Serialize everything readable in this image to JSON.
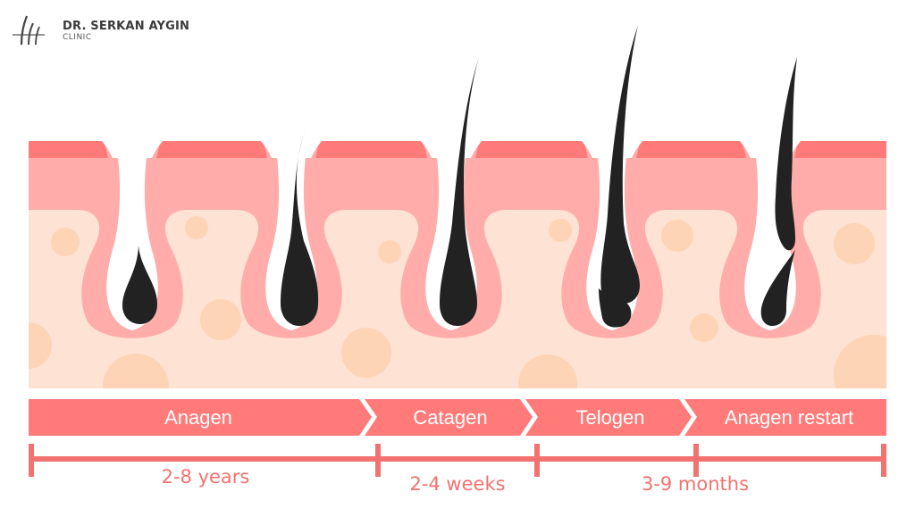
{
  "logo": {
    "name": "DR. SERKAN AYGIN",
    "subtitle": "CLINIC",
    "icon": "hair-strands-logo-icon"
  },
  "colors": {
    "epidermis_top": "#ff7a78",
    "dermis_pink": "#ffacab",
    "tissue_beige": "#fee2d3",
    "fat_cells": "#fdd4b6",
    "hair": "#222222",
    "phase_bar": "#ff7a78",
    "timeline": "#f2726f"
  },
  "illustration": {
    "title_description": "Hair growth cycle across skin cross-section",
    "follicles": [
      {
        "stage": "Anagen (early)",
        "hair": "short bulb below surface"
      },
      {
        "stage": "Anagen (growing)",
        "hair": "emerging hair"
      },
      {
        "stage": "Catagen",
        "hair": "full-length hair"
      },
      {
        "stage": "Telogen",
        "hair": "club hair detaching"
      },
      {
        "stage": "Anagen restart",
        "hair": "new hair growing beside old"
      }
    ]
  },
  "phases": [
    {
      "label": "Anagen"
    },
    {
      "label": "Catagen"
    },
    {
      "label": "Telogen"
    },
    {
      "label": "Anagen restart"
    }
  ],
  "durations": [
    {
      "label": "2-8 years"
    },
    {
      "label": "2-4 weeks"
    },
    {
      "label": "3-9 months"
    }
  ]
}
